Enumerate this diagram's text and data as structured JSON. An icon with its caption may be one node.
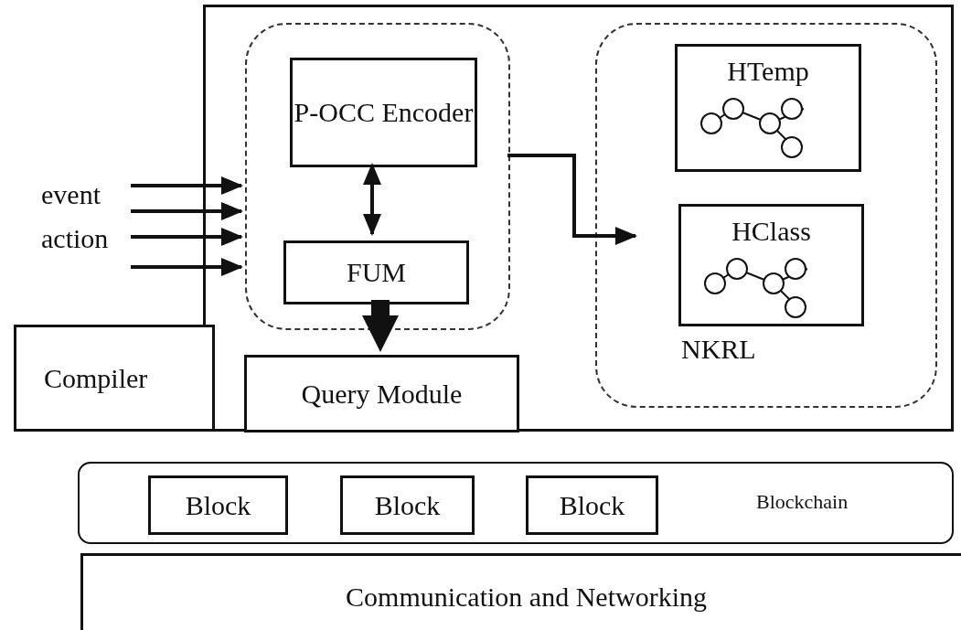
{
  "diagram": {
    "nodes": [
      {
        "text": [],
        "shape": "box"
      },
      {
        "text": [],
        "shape": "box",
        "in": 0
      },
      {
        "text": [
          "P-OCC Encoder"
        ],
        "in": 1
      },
      {
        "text": [
          "FUM"
        ],
        "in": 1
      },
      {
        "text": [
          "NKRL"
        ],
        "in": 0
      },
      {
        "text": [
          "HTemp"
        ],
        "in": 4
      },
      {
        "text": [
          "HClass"
        ],
        "in": 4
      },
      {
        "text": [
          "Query Module"
        ],
        "in": 0
      },
      {
        "text": [
          "Compiler"
        ]
      },
      {
        "text": [
          "Blockchain"
        ]
      },
      {
        "text": [
          "Block"
        ],
        "in": 9
      },
      {
        "text": [
          "Block"
        ],
        "in": 9
      },
      {
        "text": [
          "Block"
        ],
        "in": 9
      },
      {
        "text": [
          "Communication and Networking"
        ]
      }
    ],
    "edges": [
      {
        "from": null,
        "to": 1,
        "arrow": "to"
      },
      {
        "from": null,
        "to": 1,
        "arrow": "to"
      },
      {
        "from": null,
        "to": 1,
        "arrow": "to"
      },
      {
        "from": null,
        "to": 1,
        "arrow": "to"
      },
      {
        "from": 2,
        "to": 3,
        "arrow": "both"
      },
      {
        "from": 3,
        "to": 7,
        "arrow": "to",
        "style": "thick"
      },
      {
        "from": 1,
        "to": 4,
        "arrow": "to"
      }
    ],
    "labels": [
      "event",
      "action"
    ]
  }
}
